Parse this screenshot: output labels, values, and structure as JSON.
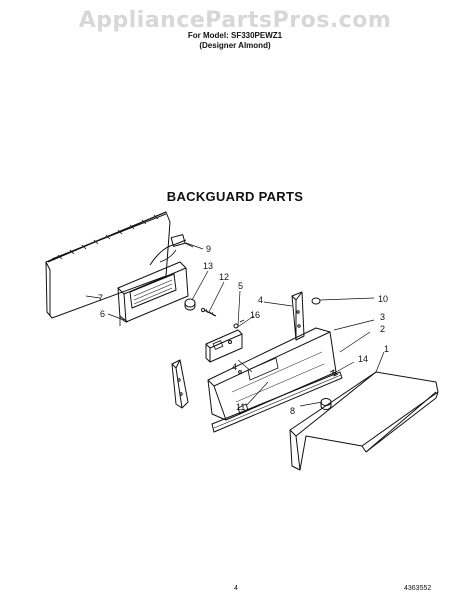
{
  "watermark": "AppliancePartsPros.com",
  "header": {
    "model_line": "For Model: SF330PEWZ1",
    "color_line": "(Designer Almond)"
  },
  "title": "BACKGUARD PARTS",
  "callouts": [
    "9",
    "13",
    "12",
    "5",
    "4",
    "10",
    "7",
    "6",
    "16",
    "3",
    "2",
    "4",
    "14",
    "1",
    "11",
    "8"
  ],
  "footer": {
    "page_number": "4",
    "document_number": "4363552"
  }
}
